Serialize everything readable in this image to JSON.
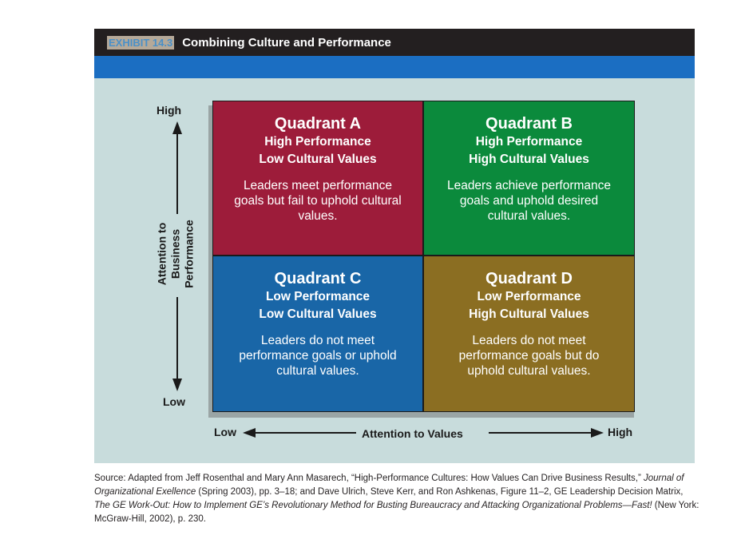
{
  "header": {
    "exhibit_tag": "EXHIBIT 14.3",
    "title": "Combining Culture and Performance"
  },
  "axes": {
    "y_high": "High",
    "y_low": "Low",
    "y_label_line1": "Attention to",
    "y_label_line2": "Business",
    "y_label_line3": "Performance",
    "x_low": "Low",
    "x_label": "Attention to Values",
    "x_high": "High"
  },
  "quadrants": [
    {
      "title": "Quadrant A",
      "line1": "High Performance",
      "line2": "Low Cultural Values",
      "description": "Leaders meet performance goals but fail to uphold cultural values.",
      "color": "#9d1c3a"
    },
    {
      "title": "Quadrant B",
      "line1": "High Performance",
      "line2": "High Cultural Values",
      "description": "Leaders achieve performance goals and uphold desired cultural values.",
      "color": "#0b8a3c"
    },
    {
      "title": "Quadrant C",
      "line1": "Low Performance",
      "line2": "Low Cultural Values",
      "description": "Leaders do not meet performance goals or uphold cultural values.",
      "color": "#1966a7"
    },
    {
      "title": "Quadrant D",
      "line1": "Low Performance",
      "line2": "High Cultural Values",
      "description": "Leaders do not meet performance goals but do uphold cultural values.",
      "color": "#8b6e22"
    }
  ],
  "source": {
    "p1": "Source: Adapted from Jeff Rosenthal and Mary Ann Masarech, “High-Performance Cultures: How Values Can Drive Business Results,” ",
    "p1_italic": "Journal of Organizational Exellence",
    "p2": " (Spring 2003), pp. 3–18; and Dave Ulrich, Steve Kerr, and Ron Ashkenas, Figure 11–2, GE Leadership Decision Matrix, ",
    "p2_italic": "The GE Work-Out: How to Implement GE’s Revolutionary Method for Busting Bureaucracy and Attacking Organizational Problems—Fast!",
    "p3": " (New York: McGraw-Hill, 2002), p. 230."
  }
}
